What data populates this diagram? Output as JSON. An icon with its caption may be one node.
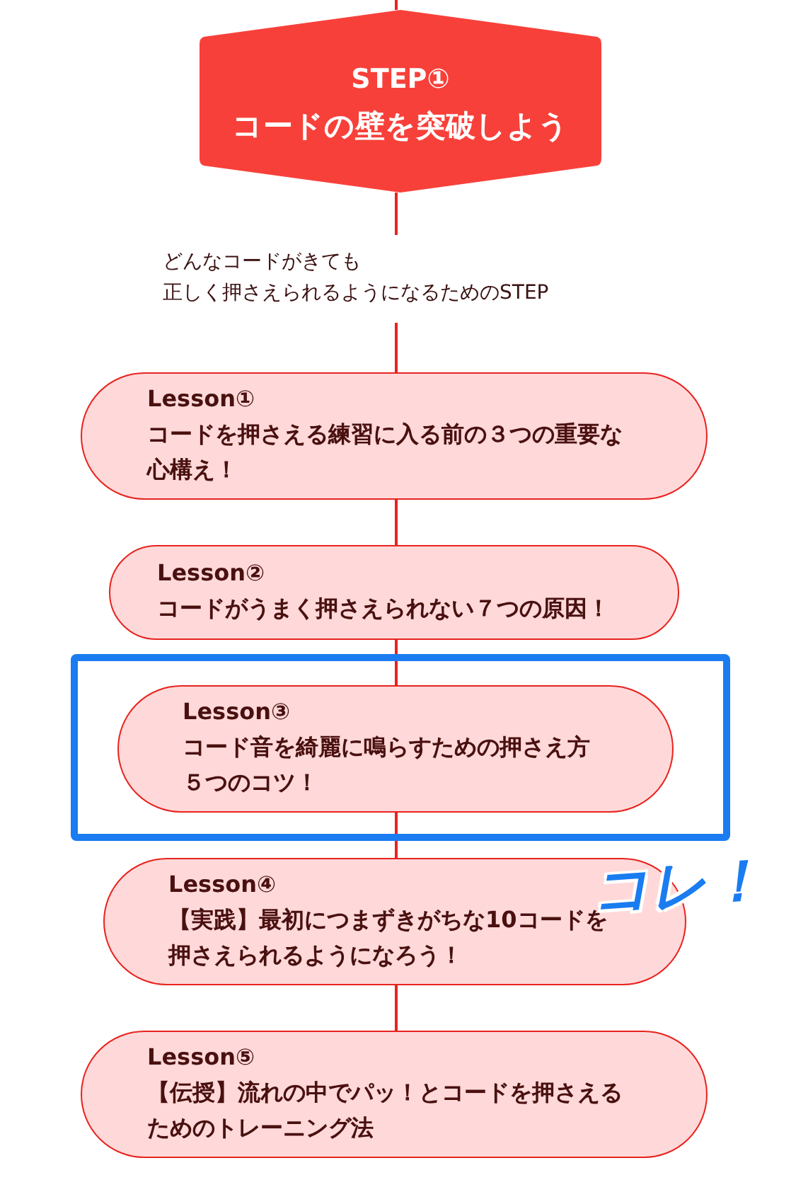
{
  "diagram": {
    "nodes": [
      {
        "text": [
          "STEP①",
          "コードの壁を突破しよう"
        ]
      },
      {
        "text": [
          "Lesson①",
          "コードを押さえる練習に入る前の３つの重要な心構え！"
        ]
      },
      {
        "text": [
          "Lesson②",
          "コードがうまく押さえられない７つの原因！"
        ]
      },
      {
        "text": [],
        "shape": "box"
      },
      {
        "text": [
          "Lesson③",
          "コード音を綺麗に鳴らすための押さえ方５つのコツ！"
        ],
        "in": 3
      },
      {
        "text": [
          "Lesson④",
          "【実践】最初につまずきがちな10コードを押さえられるようになろう！"
        ]
      },
      {
        "text": [
          "Lesson⑤",
          "【伝授】流れの中でパッ！とコードを押さえるためのトレーニング法"
        ]
      }
    ],
    "edges": [
      {
        "from": null,
        "to": 0,
        "arrow": "none"
      },
      {
        "from": 0,
        "to": 1,
        "arrow": "none"
      },
      {
        "from": 1,
        "to": 2,
        "arrow": "none"
      },
      {
        "from": 2,
        "to": 4,
        "arrow": "none"
      },
      {
        "from": 4,
        "to": 5,
        "arrow": "none"
      },
      {
        "from": 5,
        "to": 6,
        "arrow": "none"
      }
    ],
    "labels": [
      "どんなコードがきても",
      "正しく押さえられるようになるためのSTEP",
      "コレ！"
    ]
  }
}
